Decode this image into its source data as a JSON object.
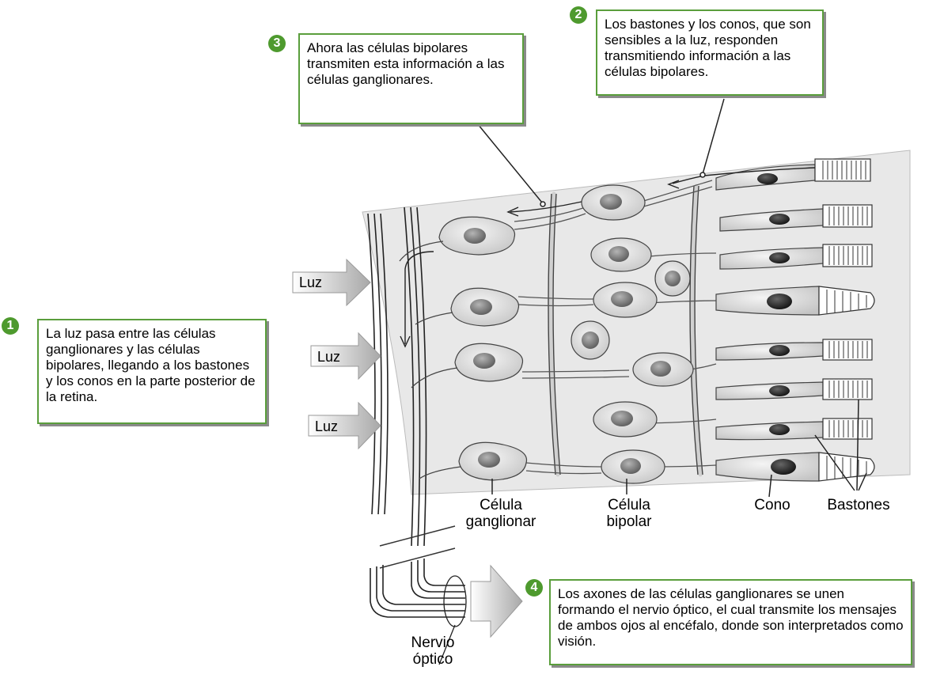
{
  "steps": [
    {
      "number": "1",
      "text": "La luz pasa entre las células ganglionares y las células bipolares, llegando a los bastones y los conos en la parte posterior de la retina."
    },
    {
      "number": "2",
      "text": "Los bastones y los conos, que son sensibles a la luz, responden transmitiendo información a las células bipolares."
    },
    {
      "number": "3",
      "text": "Ahora las células bipolares transmiten esta información a las células ganglionares."
    },
    {
      "number": "4",
      "text": "Los axones de las células ganglionares se unen formando el nervio óptico, el cual transmite los mensajes de ambos ojos al encéfalo, donde son interpretados como visión."
    }
  ],
  "light_labels": [
    "Luz",
    "Luz",
    "Luz"
  ],
  "cell_labels": {
    "ganglion": [
      "Célula",
      "ganglionar"
    ],
    "bipolar": [
      "Célula",
      "bipolar"
    ],
    "cone": "Cono",
    "rods": "Bastones",
    "optic_nerve": [
      "Nervio",
      "óptico"
    ]
  },
  "colors": {
    "accent_green": "#5a9e3c",
    "step_badge": "#4e9a2e",
    "retina_bg": "#e6e6e6",
    "cell_fill": "#d9d9d9",
    "nucleus": "#7a7a7a"
  }
}
